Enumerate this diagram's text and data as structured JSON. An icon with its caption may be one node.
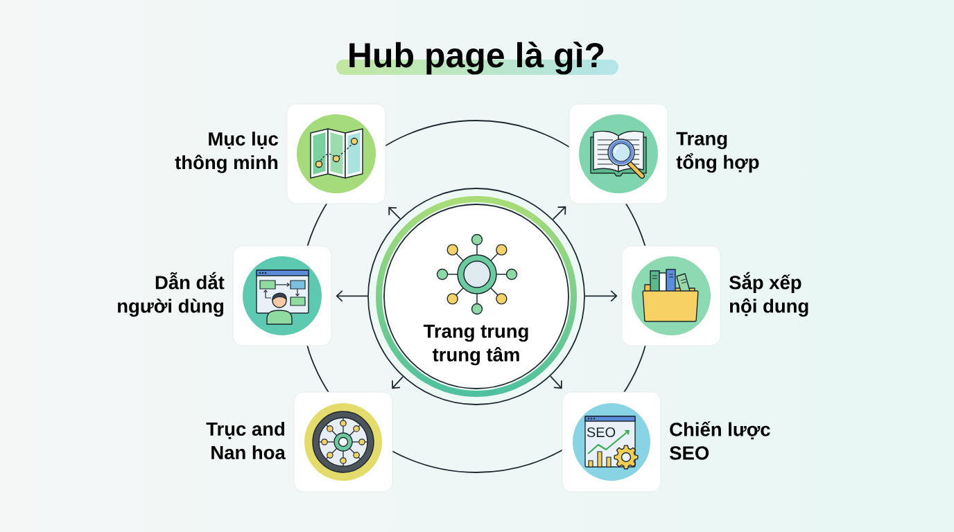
{
  "diagram": {
    "title": "Hub page là gì?",
    "nodes": [
      {
        "text": [
          "Trang trung trung tâm"
        ]
      },
      {
        "text": [
          "Mục lục thông minh"
        ]
      },
      {
        "text": [
          "Trang tổng hợp"
        ]
      },
      {
        "text": [
          "Dẫn dắt người dùng"
        ]
      },
      {
        "text": [
          "Sắp xếp nội dung"
        ]
      },
      {
        "text": [
          "Trục and Nan hoa"
        ]
      },
      {
        "text": [
          "Chiến lược SEO"
        ]
      }
    ],
    "edges": [
      {
        "from": 0,
        "to": 1,
        "arrow": "to"
      },
      {
        "from": 0,
        "to": 2,
        "arrow": "to"
      },
      {
        "from": 0,
        "to": 3,
        "arrow": "to"
      },
      {
        "from": 0,
        "to": 4,
        "arrow": "to"
      },
      {
        "from": 0,
        "to": 5,
        "arrow": "to"
      },
      {
        "from": 0,
        "to": 6,
        "arrow": "to"
      }
    ],
    "labels": [
      "SEO"
    ]
  }
}
